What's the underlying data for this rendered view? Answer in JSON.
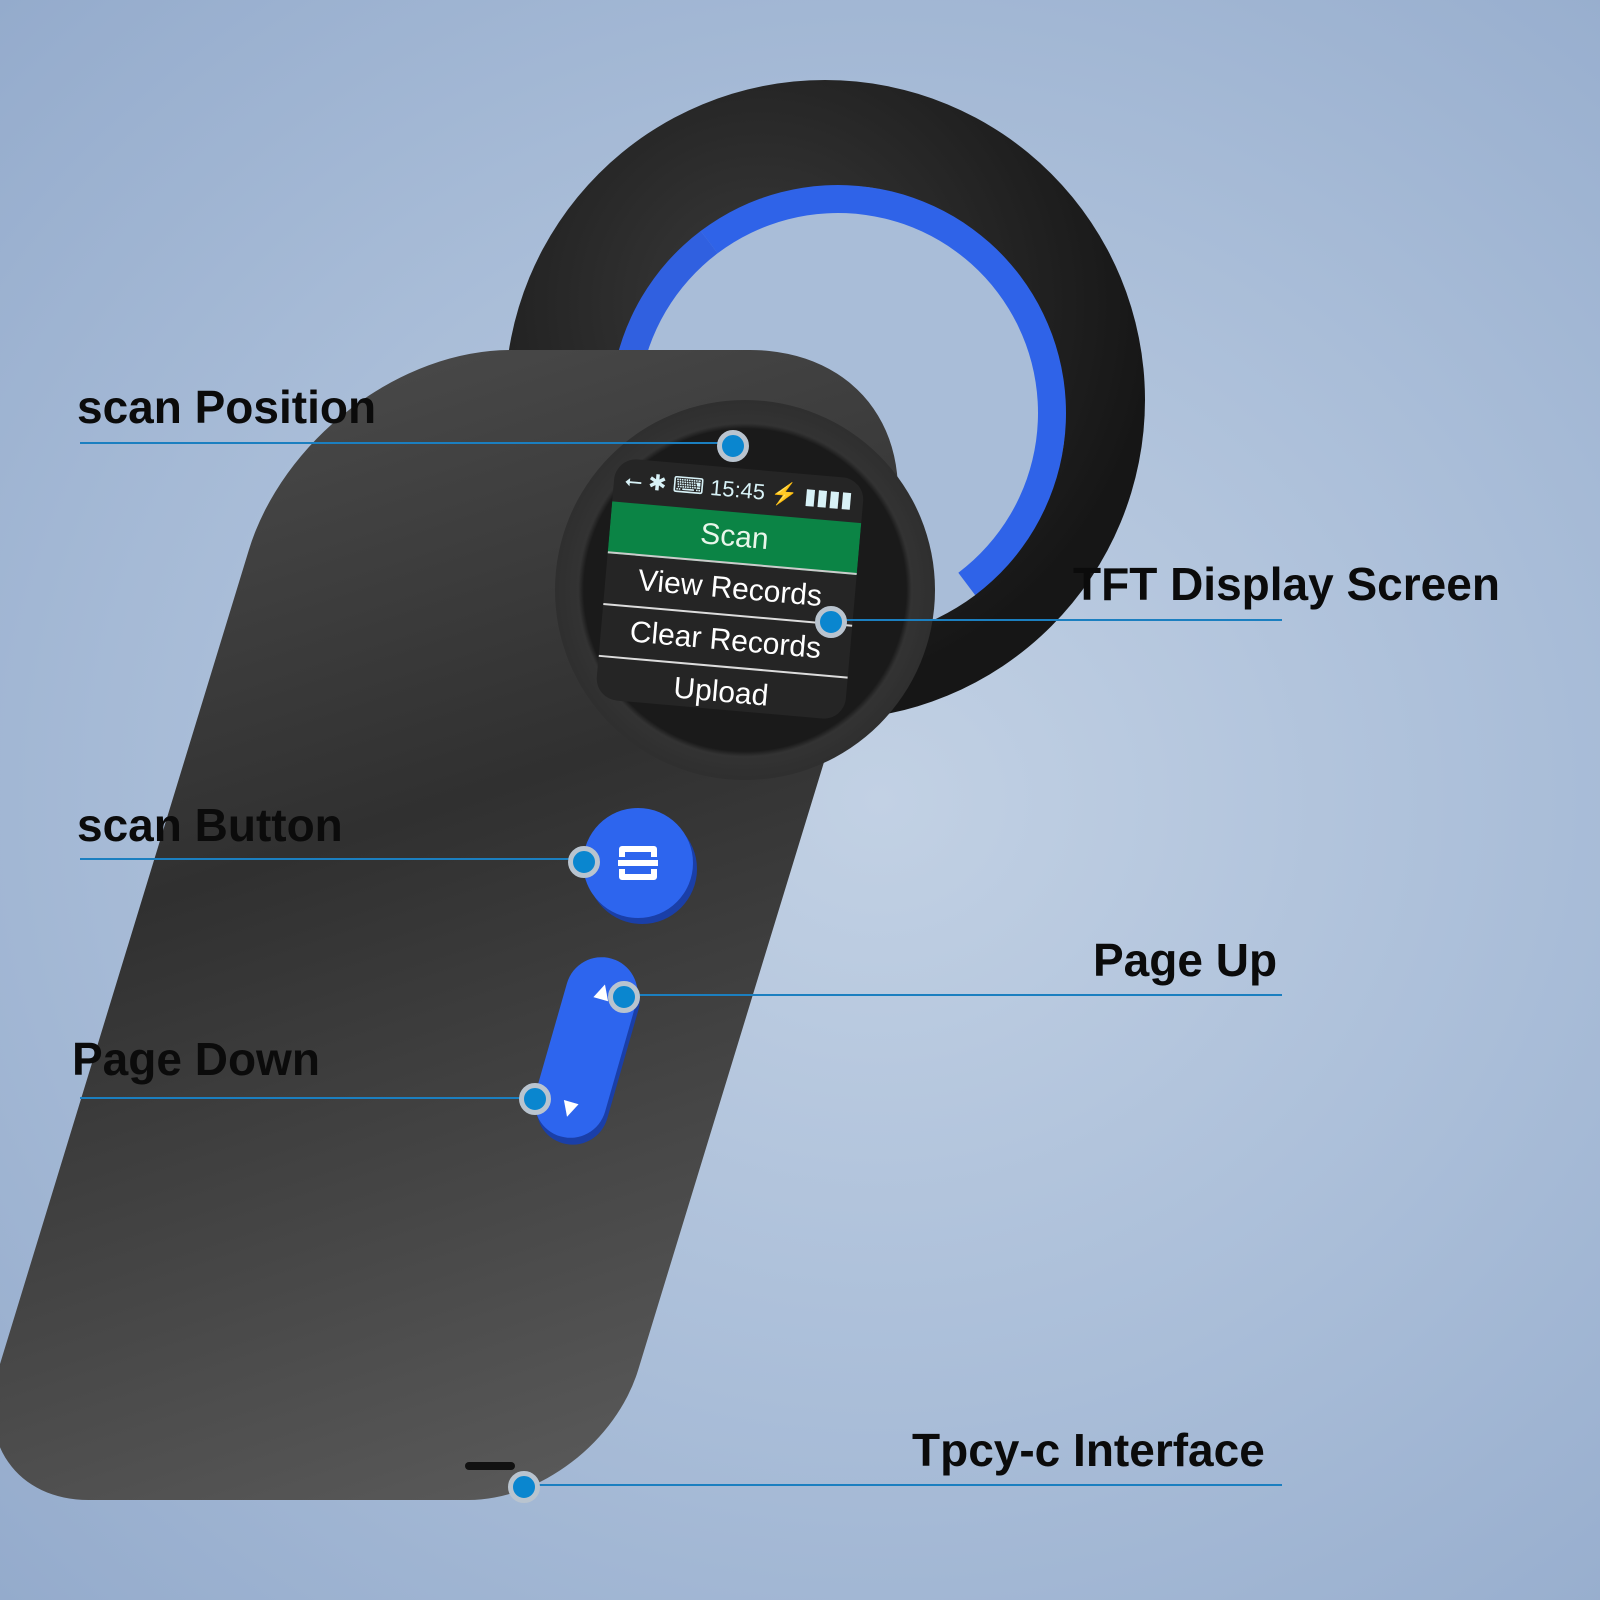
{
  "device": {
    "screen": {
      "status_bar": {
        "icons": [
          "usb-icon",
          "bluetooth-icon",
          "keyboard-icon",
          "charging-icon",
          "battery-full-icon"
        ],
        "time": "15:45"
      },
      "menu": [
        {
          "label": "Scan",
          "active": true
        },
        {
          "label": "View  Records",
          "active": false
        },
        {
          "label": "Clear Records",
          "active": false
        },
        {
          "label": "Upload",
          "active": false
        }
      ]
    },
    "colors": {
      "body": "#303030",
      "accent_blue": "#2d65ee",
      "menu_highlight": "#0b8445",
      "callout_line": "#1b7fc0",
      "callout_dot": "#0a86cf"
    }
  },
  "callouts": {
    "scan_position": "scan Position",
    "tft_display": "TFT Display Screen",
    "scan_button": "scan Button",
    "page_up": "Page Up",
    "page_down": "Page Down",
    "typec_interface": "Tpcy-c Interface"
  }
}
